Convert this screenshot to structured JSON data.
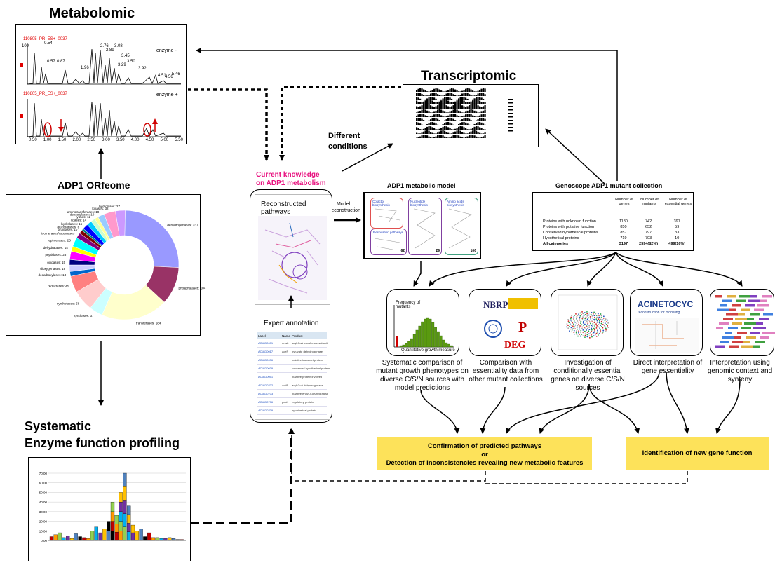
{
  "titles": {
    "metabolomic": "Metabolomic",
    "transcriptomic": "Transcriptomic",
    "orfeome": "ADP1 ORfeome",
    "profiling_line1": "Systematic",
    "profiling_line2": "Enzyme function profiling",
    "metabolic_model": "ADP1 metabolic model",
    "mutant_collection": "Genoscope ADP1 mutant collection",
    "different_conditions_1": "Different",
    "different_conditions_2": "conditions",
    "model_reconstruction_1": "Model",
    "model_reconstruction_2": "reconstruction"
  },
  "metabolomic": {
    "top_label": "110805_PR_ES+_0037",
    "bottom_label": "110805_PR_ES+_0037",
    "enzyme_minus": "enzyme -",
    "enzyme_plus": "enzyme +",
    "x_ticks": [
      "0.50",
      "1.00",
      "1.50",
      "2.00",
      "2.50",
      "3.00",
      "3.50",
      "4.00",
      "4.50",
      "5.00",
      "5.50"
    ],
    "peak_labels_top": [
      "0.54",
      "0.57",
      "0.87",
      "1.96",
      "2.76",
      "2.89",
      "3.08",
      "3.45",
      "3.29",
      "3.50",
      "3.92",
      "4.51",
      "4.56",
      "5.46"
    ],
    "y_top": "100"
  },
  "current_knowledge": {
    "title_1": "Current knowledge",
    "title_2": "on ADP1 metabolism",
    "reconstructed": "Reconstructed pathways",
    "expert": "Expert annotation",
    "table_headers": [
      "Label",
      "Name",
      "Product"
    ],
    "table_rows": [
      [
        "ACIAD0001",
        "dnaA",
        "acyl-CoA transferase subunit"
      ],
      [
        "ACIAD0017",
        "aceF",
        "pyruvate dehydrogenase"
      ],
      [
        "ACIAD0036",
        "",
        "putative transport protein"
      ],
      [
        "ACIAD0039",
        "",
        "conserved hypothetical protein"
      ],
      [
        "ACIAD0051",
        "",
        "putative protein involved"
      ],
      [
        "ACIAD0702",
        "acdE",
        "acyl-CoA dehydrogenase"
      ],
      [
        "ACIAD0703",
        "",
        "putative enoyl-CoA hydratase"
      ],
      [
        "ACIAD0706",
        "pcaK",
        "regulatory protein"
      ],
      [
        "ACIAD0709",
        "",
        "hypothetical protein"
      ]
    ]
  },
  "metabolic_model": {
    "panels": [
      "Cofactor biosynthesis",
      "Nucleotide biosynthesis",
      "Amino acids biosynthesis",
      "Respiration pathways"
    ],
    "counts": [
      "62",
      "29",
      "106"
    ]
  },
  "mutant_table": {
    "headers": [
      "Number of genes",
      "Number of mutants",
      "Number of essential genes"
    ],
    "rows": [
      [
        "Proteins with unknown function",
        "1180",
        "742",
        "397"
      ],
      [
        "Proteins with putative function",
        "850",
        "652",
        "59"
      ],
      [
        "Conserved hypothetical proteins",
        "857",
        "797",
        "33"
      ],
      [
        "Hypothetical proteins",
        "719",
        "703",
        "10"
      ],
      [
        "All categories",
        "3197",
        "2594(82%)",
        "499(16%)"
      ]
    ]
  },
  "orfeome_donut": {
    "segments": [
      {
        "label": "dehydrogenases: 237",
        "value": 237,
        "color": "#9999ff"
      },
      {
        "label": "phosphatases: 104",
        "value": 104,
        "color": "#993366"
      },
      {
        "label": "transferases: 184",
        "value": 184,
        "color": "#ffffcc"
      },
      {
        "label": "synthases: 37",
        "value": 37,
        "color": "#ccffff"
      },
      {
        "label": "synthetases: 58",
        "value": 58,
        "color": "#ffcccc"
      },
      {
        "label": "reductases: 45",
        "value": 45,
        "color": "#ff8080"
      },
      {
        "label": "decarboxylases: 13",
        "value": 13,
        "color": "#0066cc"
      },
      {
        "label": "dioxygenases: 18",
        "value": 18,
        "color": "#ccccff"
      },
      {
        "label": "oxidases: 15",
        "value": 15,
        "color": "#000080"
      },
      {
        "label": "peptidases: 23",
        "value": 23,
        "color": "#ff00ff"
      },
      {
        "label": "dehydratases: 14",
        "value": 14,
        "color": "#ffff00"
      },
      {
        "label": "epimerases: 25",
        "value": 25,
        "color": "#00ffff"
      },
      {
        "label": "isomerases/racemases",
        "value": 15,
        "color": "#800080"
      },
      {
        "label": "proteases: 10",
        "value": 10,
        "color": "#800000"
      },
      {
        "label": "glucosidases: 6",
        "value": 6,
        "color": "#008080"
      },
      {
        "label": "hydrolases: 15",
        "value": 15,
        "color": "#0000ff"
      },
      {
        "label": "ligases: 14",
        "value": 14,
        "color": "#00ccff"
      },
      {
        "label": "lyases: 12",
        "value": 12,
        "color": "#ccffcc"
      },
      {
        "label": "deacetylases: 10",
        "value": 10,
        "color": "#ffff99"
      },
      {
        "label": "aminotransferases: 18",
        "value": 18,
        "color": "#99ccff"
      },
      {
        "label": "kinases: 32",
        "value": 32,
        "color": "#ff99cc"
      },
      {
        "label": "hydrolases: 27",
        "value": 27,
        "color": "#cc99ff"
      }
    ]
  },
  "rounded_panels": [
    {
      "caption": "Systematic comparison of mutant growth phenotypes on diverse C/S/N sources with model predictions",
      "inner_1": "Frequency of mutants",
      "inner_2": "Quantitative growth measure"
    },
    {
      "caption": "Comparison with essentiality data from other mutant collections",
      "inner_1": "NBRP",
      "inner_2": "DEG"
    },
    {
      "caption": "Investigation of conditionally essential genes on diverse C/S/N sources",
      "inner_1": "",
      "inner_2": ""
    },
    {
      "caption": "Direct interpretation of gene essentiality",
      "inner_1": "ACINETOCYC",
      "inner_2": "reconstruction for modeling"
    },
    {
      "caption": "Interpretation using genomic context and synteny",
      "inner_1": "",
      "inner_2": ""
    }
  ],
  "yellow_boxes": {
    "confirm_1": "Confirmation of predicted pathways",
    "confirm_2": "or",
    "confirm_3": "Detection of inconsistencies revealing new metabolic features",
    "identify": "Identification of new gene function"
  },
  "bar_chart": {
    "y_ticks": [
      "70.00",
      "60.00",
      "50.00",
      "40.00",
      "30.00",
      "20.00",
      "10.00",
      "0.00"
    ],
    "colors": [
      "#c00000",
      "#ff9900",
      "#92d050",
      "#00b0f0",
      "#7030a0",
      "#ffc000",
      "#4f81bd",
      "#000000"
    ]
  }
}
